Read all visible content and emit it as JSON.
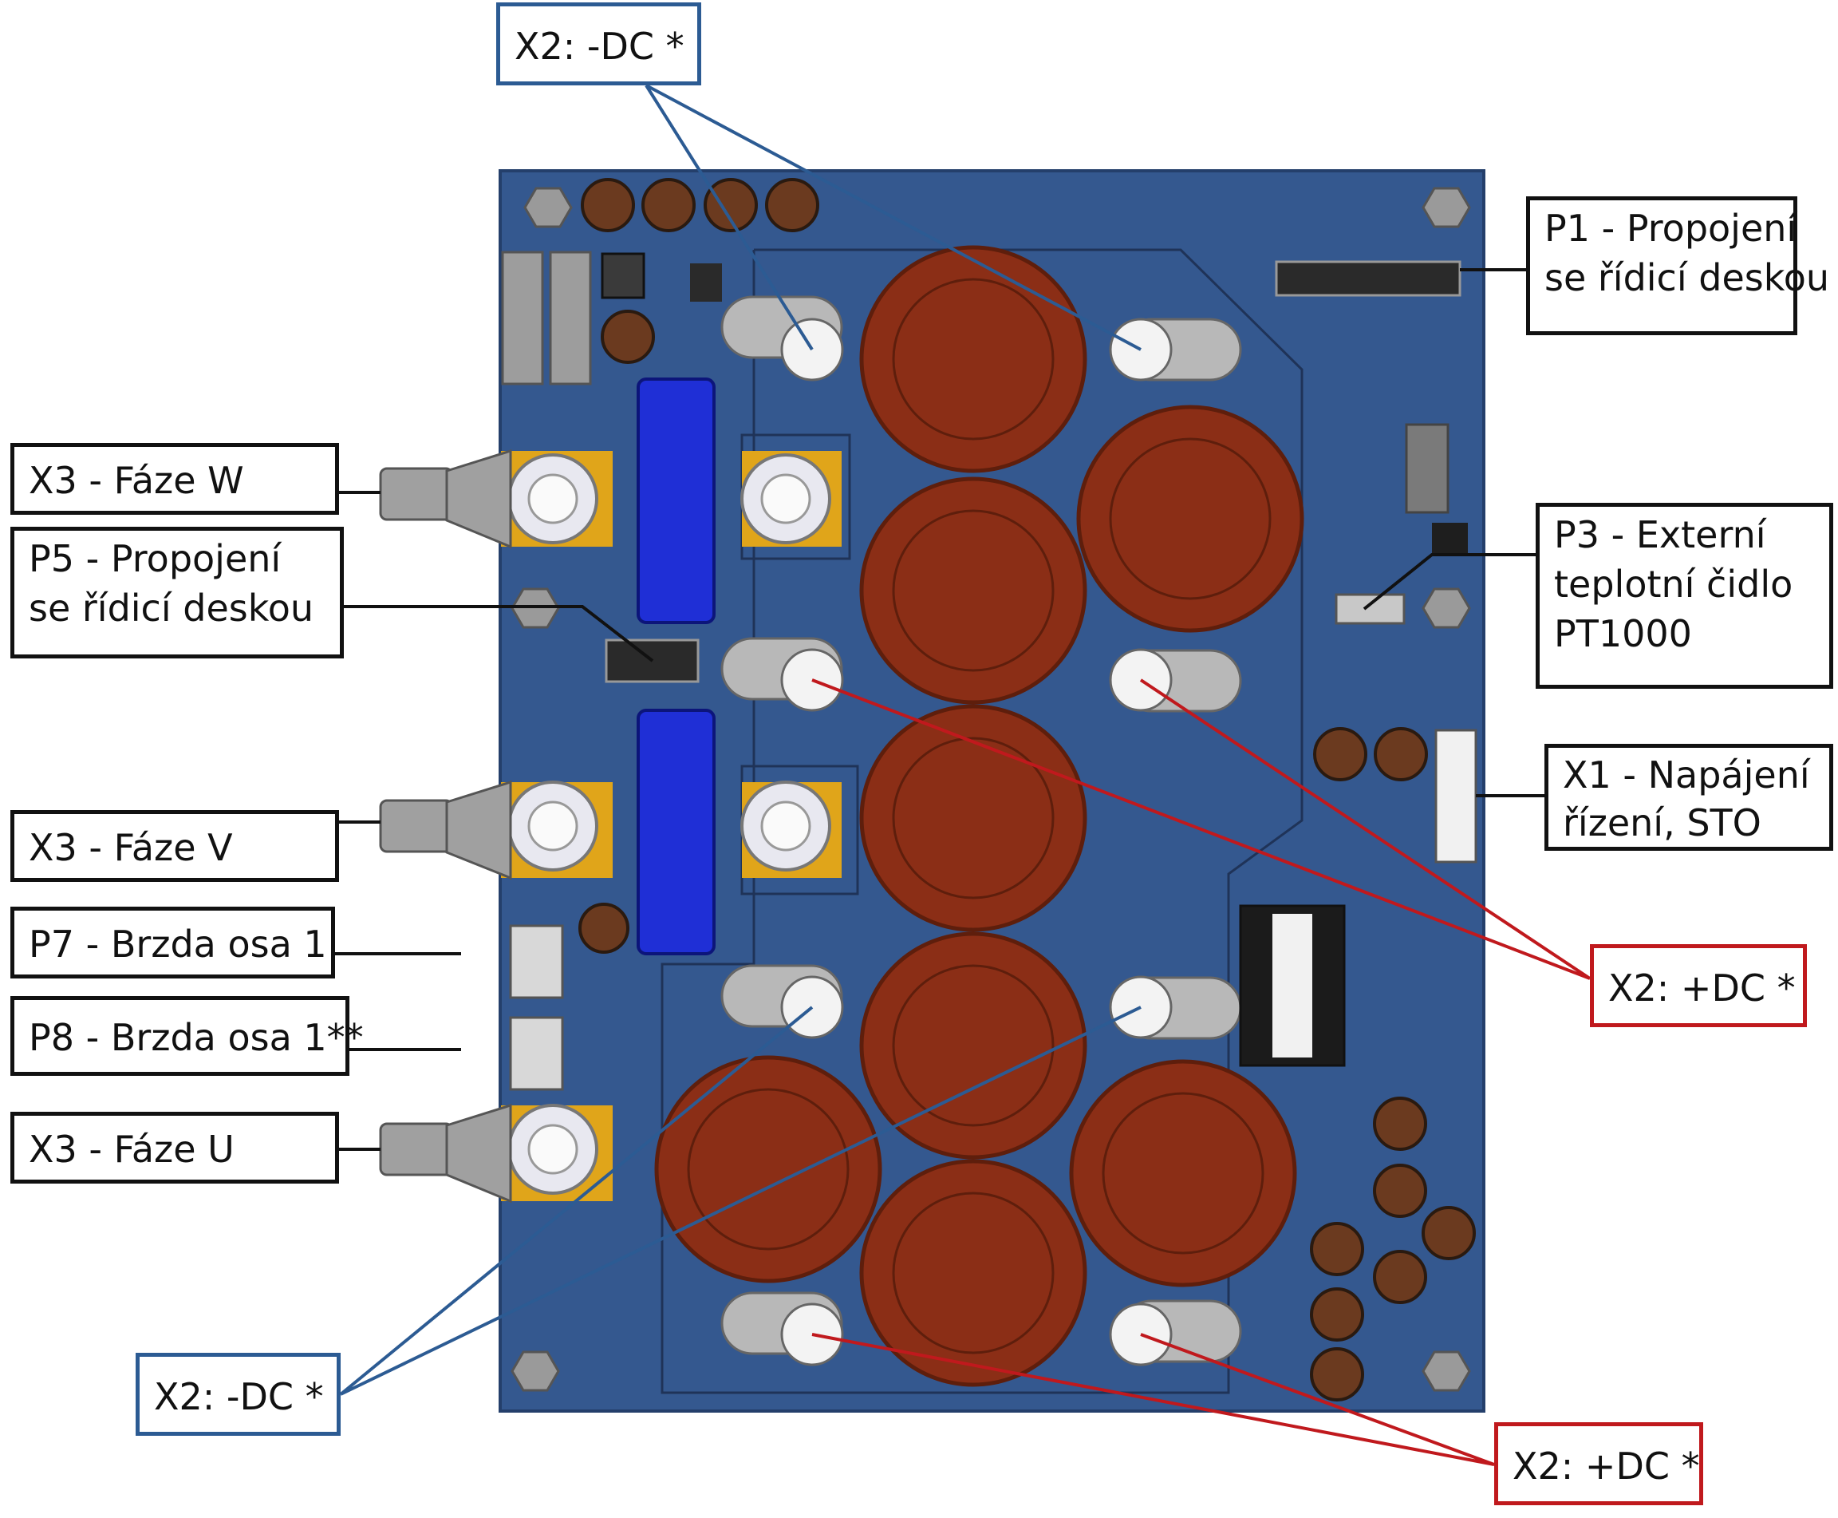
{
  "colors": {
    "pcb": "#34588f",
    "pcb_edge": "#243f6b",
    "capacitor": "#8b2e16",
    "capacitor_ring": "#5e1e0c",
    "igbt": "#1f2fd6",
    "pad": "#e0a51a",
    "neg_dc_line": "#2c5b93",
    "pos_dc_line": "#c0191d",
    "black_line": "#111111"
  },
  "labels": {
    "x2_neg_top": "X2: -DC *",
    "p1": [
      "P1 - Propojení",
      "se řídicí deskou"
    ],
    "x3_w": "X3 - Fáze W",
    "p5": [
      "P5 - Propojení",
      "se řídicí deskou"
    ],
    "p3": [
      "P3 - Externí",
      "teplotní čidlo",
      "PT1000"
    ],
    "x1": [
      "X1 - Napájení",
      "řízení, STO"
    ],
    "x3_v": "X3 - Fáze V",
    "p7": "P7 - Brzda osa 1",
    "x2_pos_right": "X2: +DC *",
    "p8": "P8 - Brzda osa 1**",
    "x3_u": "X3 - Fáze U",
    "x2_neg_bottom": "X2: -DC *",
    "x2_pos_bottom": "X2: +DC *"
  }
}
